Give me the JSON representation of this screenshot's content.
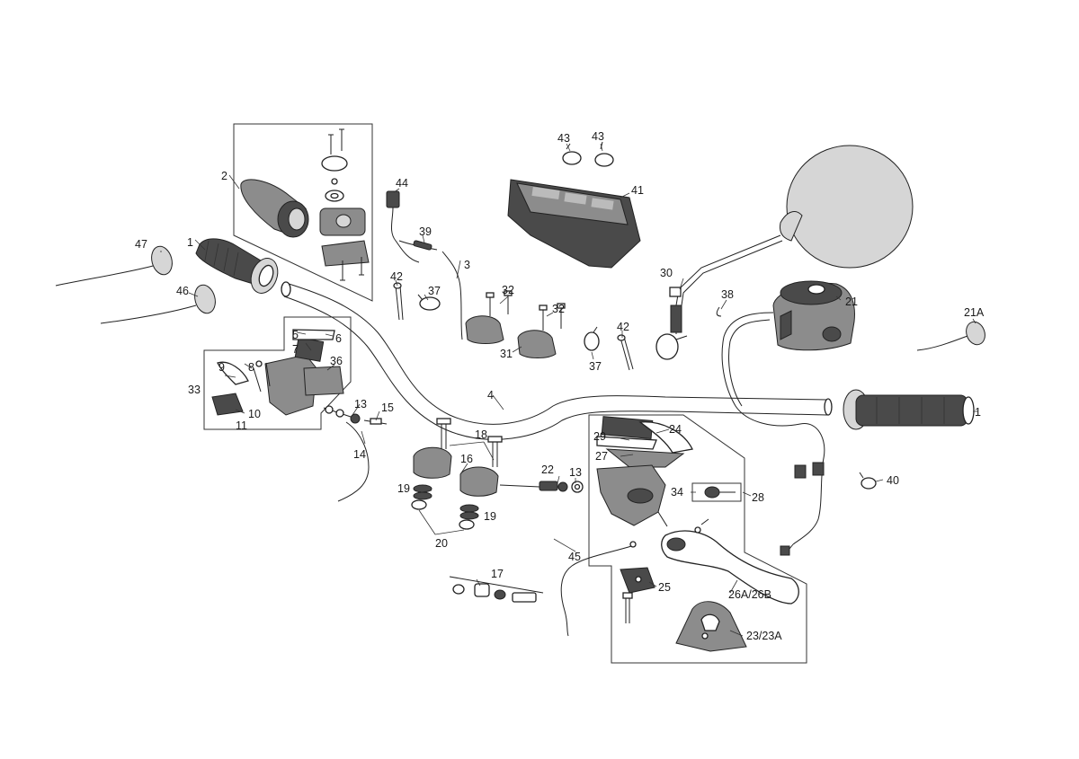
{
  "diagram": {
    "callouts": {
      "c1_left": "1",
      "c1_right": "1",
      "c2": "2",
      "c3": "3",
      "c4": "4",
      "c5": "5",
      "c6": "6",
      "c7": "7",
      "c8": "8",
      "c9": "9",
      "c10": "10",
      "c11": "11",
      "c13_left": "13",
      "c13_mid": "13",
      "c14": "14",
      "c15": "15",
      "c16": "16",
      "c17": "17",
      "c18": "18",
      "c19_a": "19",
      "c19_b": "19",
      "c20": "20",
      "c21": "21",
      "c21a": "21A",
      "c22": "22",
      "c23": "23/23A",
      "c24": "24",
      "c25": "25",
      "c26": "26A/26B",
      "c27": "27",
      "c28": "28",
      "c29": "29",
      "c30": "30",
      "c31": "31",
      "c32_a": "32",
      "c32_b": "32",
      "c33": "33",
      "c34": "34",
      "c36": "36",
      "c37_a": "37",
      "c37_b": "37",
      "c38": "38",
      "c39": "39",
      "c40": "40",
      "c41": "41",
      "c42_a": "42",
      "c42_b": "42",
      "c43_a": "43",
      "c43_b": "43",
      "c44": "44",
      "c45": "45",
      "c46": "46",
      "c47": "47"
    }
  }
}
